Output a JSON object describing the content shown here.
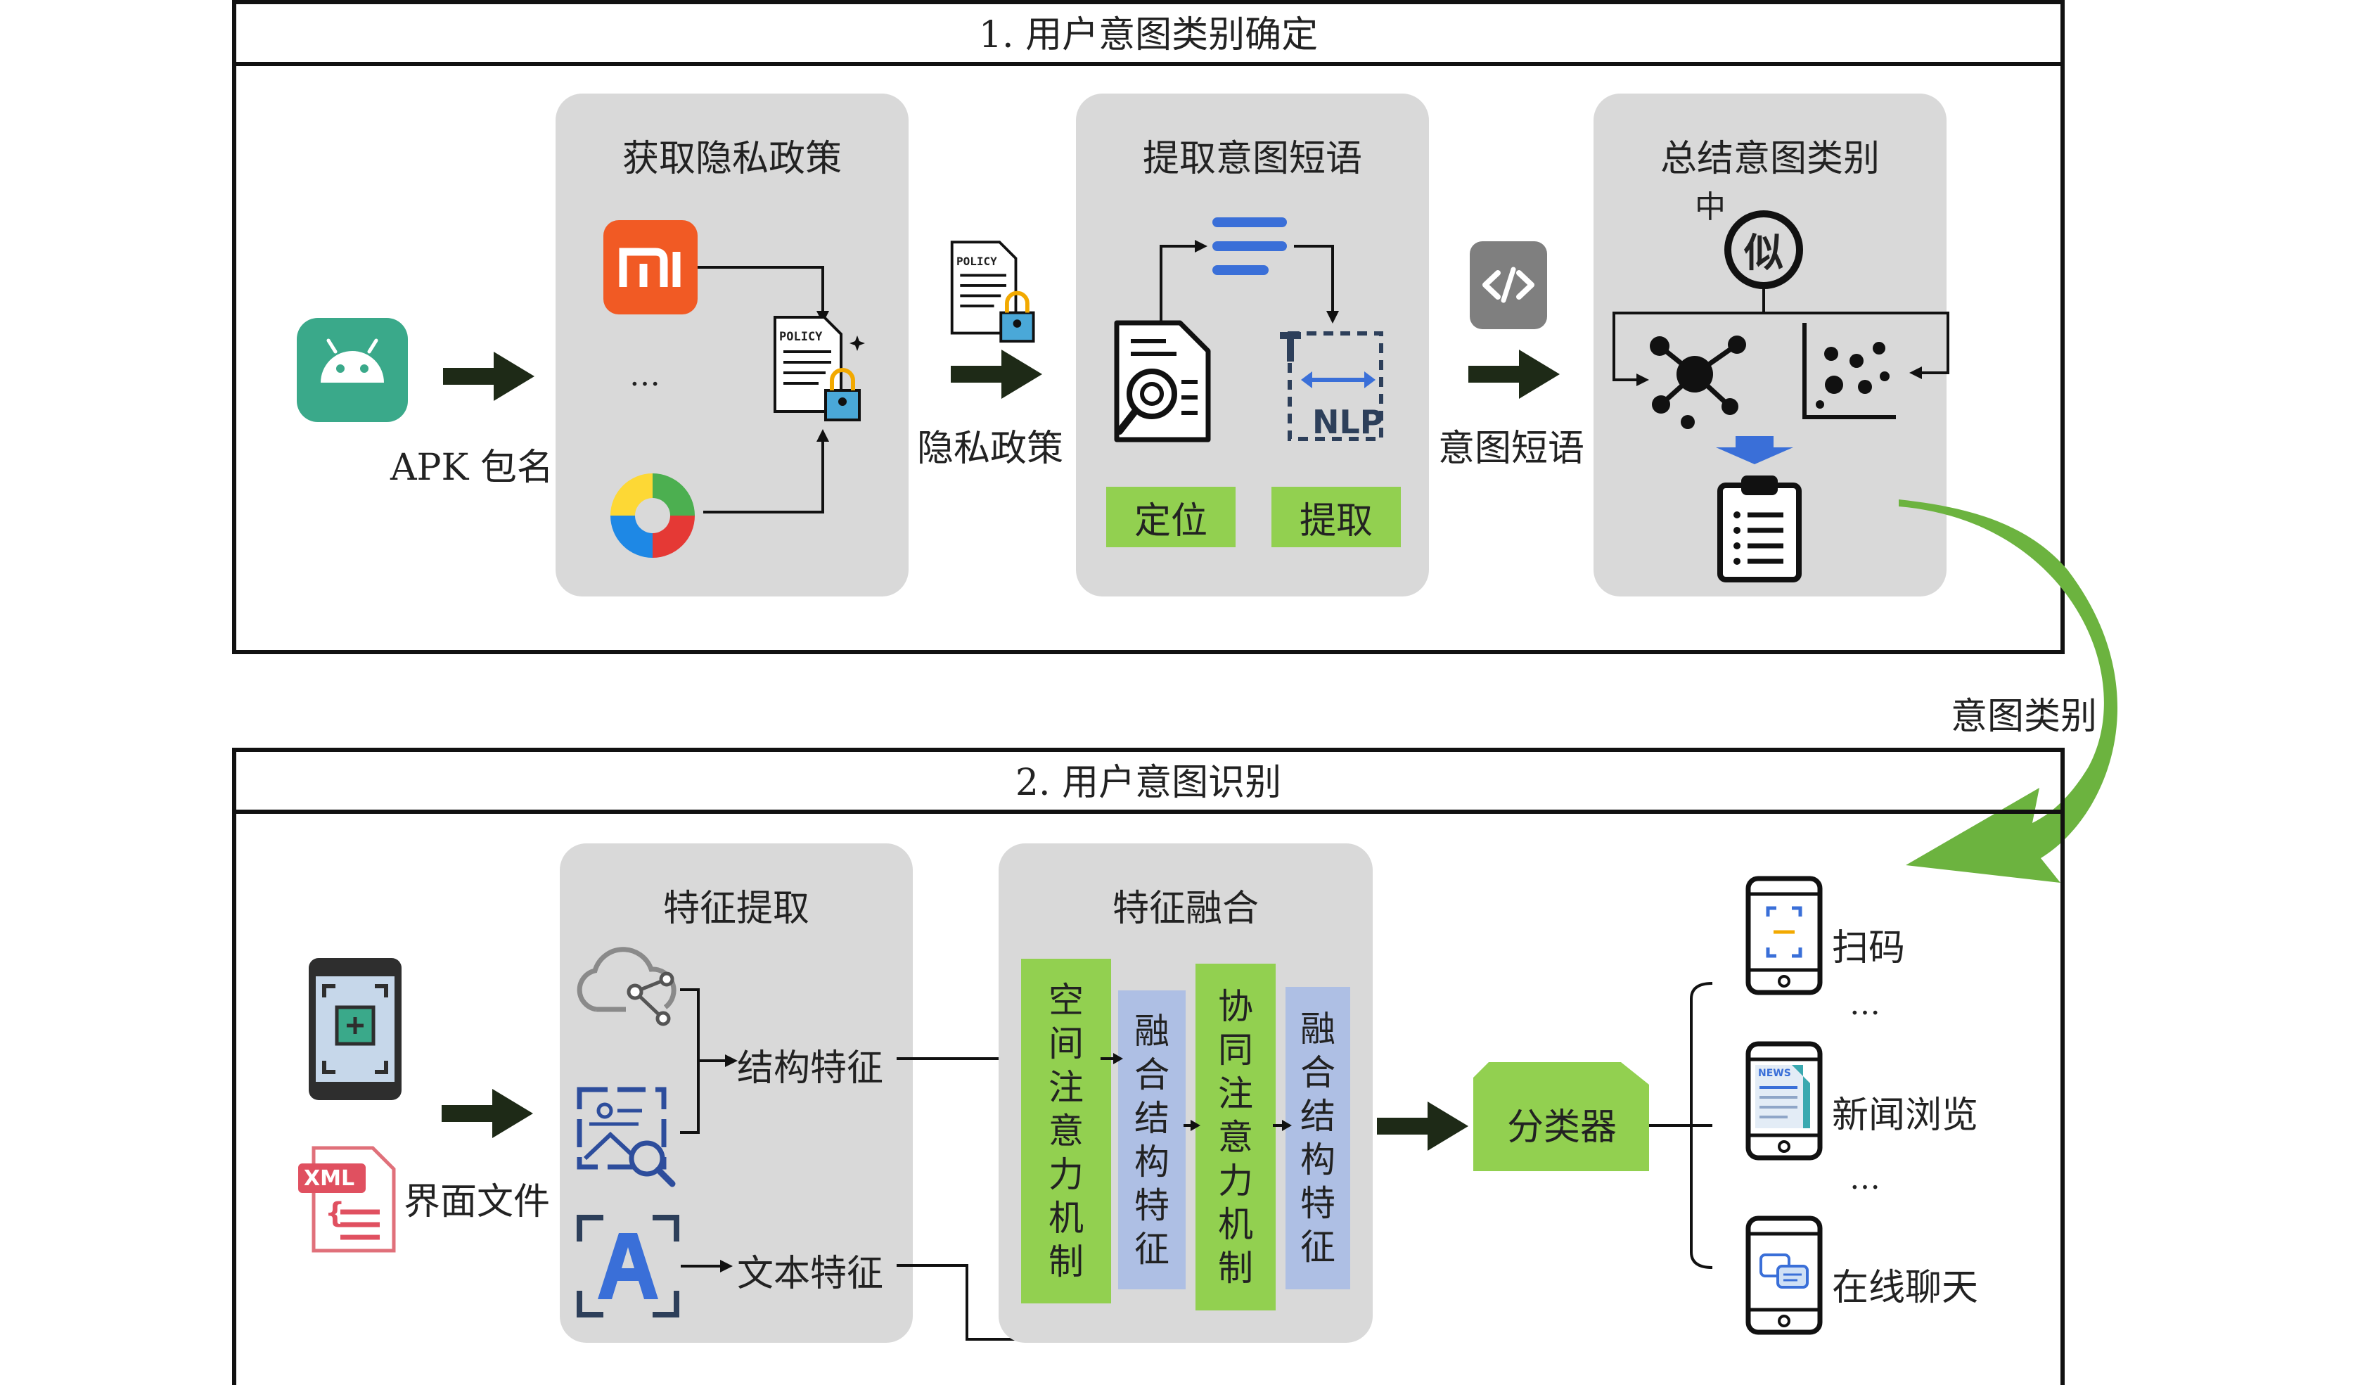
{
  "section1": {
    "title": "1. 用户意图类别确定",
    "input_label": "APK 包名",
    "panel_get_policy": {
      "title": "获取隐私政策",
      "ellipsis": "…",
      "policy_text": "POLICY"
    },
    "mid_label_1": "隐私政策",
    "panel_extract": {
      "title": "提取意图短语",
      "btn_locate": "定位",
      "btn_extract": "提取",
      "nlp_text": "NLP"
    },
    "mid_label_2": "意图短语",
    "panel_summary": {
      "title": "总结意图类别",
      "small_char": "中",
      "circle_char": "似"
    },
    "output_label": "意图类别"
  },
  "section2": {
    "title": "2. 用户意图识别",
    "input_label": "界面文件",
    "xml_badge": "XML",
    "panel_features": {
      "title": "特征提取",
      "struct_label": "结构特征",
      "text_label": "文本特征"
    },
    "panel_fusion": {
      "title": "特征融合",
      "col1": "空间注意力机制",
      "col2": "融合结构特征",
      "col3": "协同注意力机制",
      "col4": "融合结构特征"
    },
    "classifier": "分类器",
    "outputs": [
      {
        "label": "扫码"
      },
      {
        "label": "新闻浏览",
        "news": "NEWS"
      },
      {
        "label": "在线聊天"
      }
    ],
    "ellipsis_1": "…",
    "ellipsis_2": "…"
  },
  "colors": {
    "panel": "#d9d9d9",
    "green_button": "#92d050",
    "blue_column": "#aebfe4",
    "arrow_green": "#6cb33f",
    "dark_arrow": "#1e2a17",
    "android": "#3aa98a",
    "mi": "#f15a24"
  }
}
